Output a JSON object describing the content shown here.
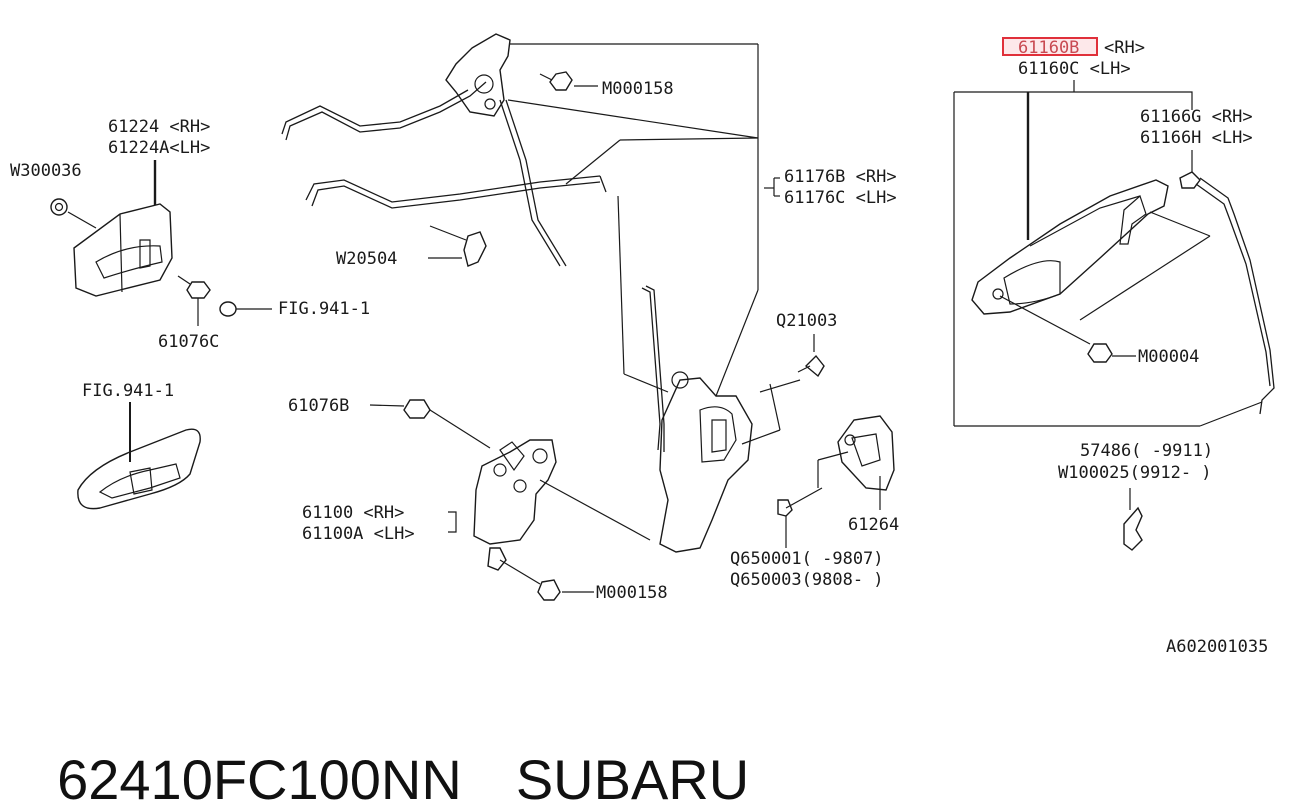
{
  "labels": {
    "p61224": "61224 <RH>",
    "p61224a": "61224A<LH>",
    "w300036": "W300036",
    "p61076c": "61076C",
    "fig941_top": "FIG.941-1",
    "fig941_bottom": "FIG.941-1",
    "m000158_top": "M000158",
    "w20504": "W20504",
    "p61176b": "61176B <RH>",
    "p61176c": "61176C <LH>",
    "q21003": "Q21003",
    "p61076b": "61076B",
    "p61100": "61100  <RH>",
    "p61100a": "61100A <LH>",
    "m000158_bottom": "M000158",
    "q650001": "Q650001(   -9807)",
    "q650003": "Q650003(9808-   )",
    "p61264": "61264",
    "p61160b": "61160B",
    "p61160b_side": "<RH>",
    "p61160c": "61160C <LH>",
    "p61166g": "61166G <RH>",
    "p61166h": "61166H <LH>",
    "m00004": "M00004",
    "p57486": "57486(   -9911)",
    "w100025": "W100025(9912-   )",
    "diagram_code": "A602001035"
  },
  "highlight_color": "#e0303a",
  "footer": {
    "part_number": "62410FC100NN",
    "brand": "SUBARU"
  }
}
